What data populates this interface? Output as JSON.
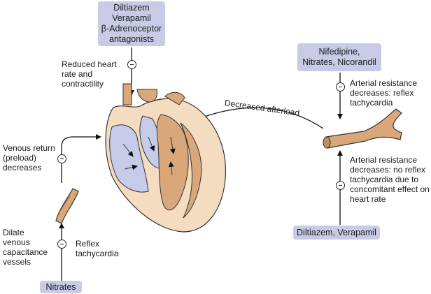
{
  "boxes": {
    "top_lines": [
      "Diltiazem",
      "Verapamil",
      "β-Adrenoceptor",
      "antagonists"
    ],
    "right_lines": [
      "Nifedipine,",
      "Nitrates, Nicorandil"
    ],
    "bottom_right": "Diltiazem, Verapamil",
    "bottom_left": "Nitrates"
  },
  "labels": {
    "heart_effect": [
      "Reduced heart",
      "rate and",
      "contractility"
    ],
    "reflex_tachy": [
      "Arterial resistance",
      "decreases: reflex",
      "tachycardia"
    ],
    "no_reflex": [
      "Arterial resistance",
      "decreases: no reflex",
      "tachycardia due to",
      "concomitant effect on",
      "heart rate"
    ],
    "venous_return": [
      "Venous return",
      "(preload)",
      "decreases"
    ],
    "dilate_veins": [
      "Dilate",
      "venous",
      "capacitance",
      "vessels"
    ],
    "reflex_left": [
      "Reflex",
      "tachycardia"
    ],
    "afterload": "Decreased afterload"
  },
  "icons": [
    "heart-illustration",
    "artery-illustration",
    "vein-illustration",
    "inhibition-icon"
  ],
  "colors": {
    "drug_box": "#c9cbe6",
    "heart_tissue": "#f3dcc0",
    "heart_chamber": "#d9a77a",
    "heart_blue": "#c6cbea",
    "artery": "#d9a77a"
  }
}
